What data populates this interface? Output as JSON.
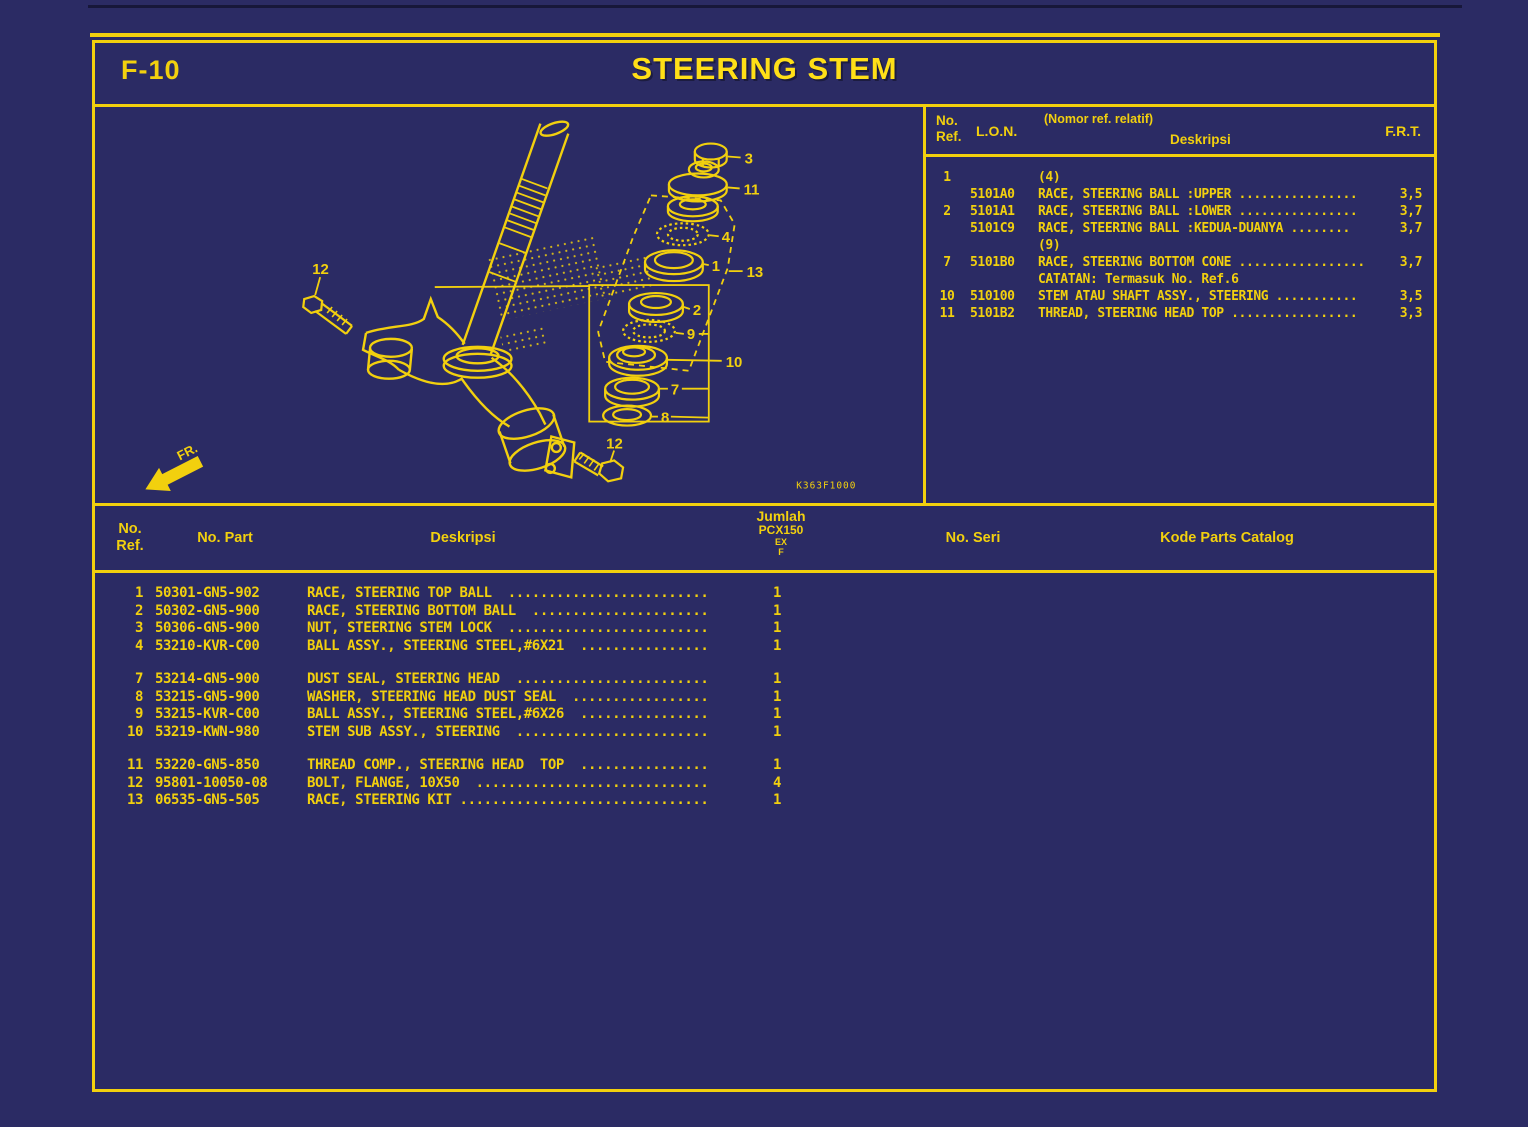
{
  "page": {
    "code": "F-10",
    "title": "STEERING STEM"
  },
  "colors": {
    "background": "#2b2b64",
    "accent": "#f2d00e"
  },
  "diagram": {
    "drawing_code": "K363F1000",
    "front_label": "FR.",
    "callouts": {
      "c1": "1",
      "c2": "2",
      "c3": "3",
      "c4": "4",
      "c7": "7",
      "c8": "8",
      "c9": "9",
      "c10": "10",
      "c11": "11",
      "c12a": "12",
      "c12b": "12",
      "c13": "13"
    }
  },
  "lon_table": {
    "header": {
      "no_line1": "No.",
      "no_line2": "Ref.",
      "lon": "L.O.N.",
      "note": "(Nomor ref. relatif)",
      "deskripsi": "Deskripsi",
      "frt": "F.R.T."
    },
    "rows": [
      {
        "ref": "1",
        "lon": "",
        "desc": "(4)",
        "frt": ""
      },
      {
        "ref": "",
        "lon": "5101A0",
        "desc": "RACE, STEERING BALL :UPPER ................",
        "frt": "3,5"
      },
      {
        "ref": "2",
        "lon": "5101A1",
        "desc": "RACE, STEERING BALL :LOWER ................",
        "frt": "3,7"
      },
      {
        "ref": "",
        "lon": "5101C9",
        "desc": "RACE, STEERING BALL :KEDUA-DUANYA ........",
        "frt": "3,7"
      },
      {
        "ref": "",
        "lon": "",
        "desc": "(9)",
        "frt": ""
      },
      {
        "ref": "7",
        "lon": "5101B0",
        "desc": "RACE, STEERING BOTTOM CONE .................",
        "frt": "3,7"
      },
      {
        "ref": "",
        "lon": "",
        "desc": "CATATAN: Termasuk No. Ref.6",
        "frt": ""
      },
      {
        "ref": "10",
        "lon": "510100",
        "desc": "STEM ATAU SHAFT ASSY., STEERING ...........",
        "frt": "3,5"
      },
      {
        "ref": "11",
        "lon": "5101B2",
        "desc": "THREAD, STEERING HEAD TOP .................",
        "frt": "3,3"
      }
    ]
  },
  "parts_table": {
    "header": {
      "no_line1": "No.",
      "no_line2": "Ref.",
      "no_part": "No. Part",
      "deskripsi": "Deskripsi",
      "qty_line1": "Jumlah",
      "qty_line2": "PCX150",
      "qty_line3": "EX",
      "qty_line4": "F",
      "no_seri": "No. Seri",
      "kode": "Kode Parts Catalog"
    },
    "groups": [
      [
        {
          "ref": "1",
          "part": "50301-GN5-902",
          "desc": "RACE, STEERING TOP BALL  .........................",
          "qty": "1"
        },
        {
          "ref": "2",
          "part": "50302-GN5-900",
          "desc": "RACE, STEERING BOTTOM BALL  ......................",
          "qty": "1"
        },
        {
          "ref": "3",
          "part": "50306-GN5-900",
          "desc": "NUT, STEERING STEM LOCK  .........................",
          "qty": "1"
        },
        {
          "ref": "4",
          "part": "53210-KVR-C00",
          "desc": "BALL ASSY., STEERING STEEL,#6X21  ................",
          "qty": "1"
        }
      ],
      [
        {
          "ref": "7",
          "part": "53214-GN5-900",
          "desc": "DUST SEAL, STEERING HEAD  ........................",
          "qty": "1"
        },
        {
          "ref": "8",
          "part": "53215-GN5-900",
          "desc": "WASHER, STEERING HEAD DUST SEAL  .................",
          "qty": "1"
        },
        {
          "ref": "9",
          "part": "53215-KVR-C00",
          "desc": "BALL ASSY., STEERING STEEL,#6X26  ................",
          "qty": "1"
        },
        {
          "ref": "10",
          "part": "53219-KWN-980",
          "desc": "STEM SUB ASSY., STEERING  ........................",
          "qty": "1"
        }
      ],
      [
        {
          "ref": "11",
          "part": "53220-GN5-850",
          "desc": "THREAD COMP., STEERING HEAD  TOP  ................",
          "qty": "1"
        },
        {
          "ref": "12",
          "part": "95801-10050-08",
          "desc": "BOLT, FLANGE, 10X50  .............................",
          "qty": "4"
        },
        {
          "ref": "13",
          "part": "06535-GN5-505",
          "desc": "RACE, STEERING KIT ...............................",
          "qty": "1"
        }
      ]
    ]
  }
}
